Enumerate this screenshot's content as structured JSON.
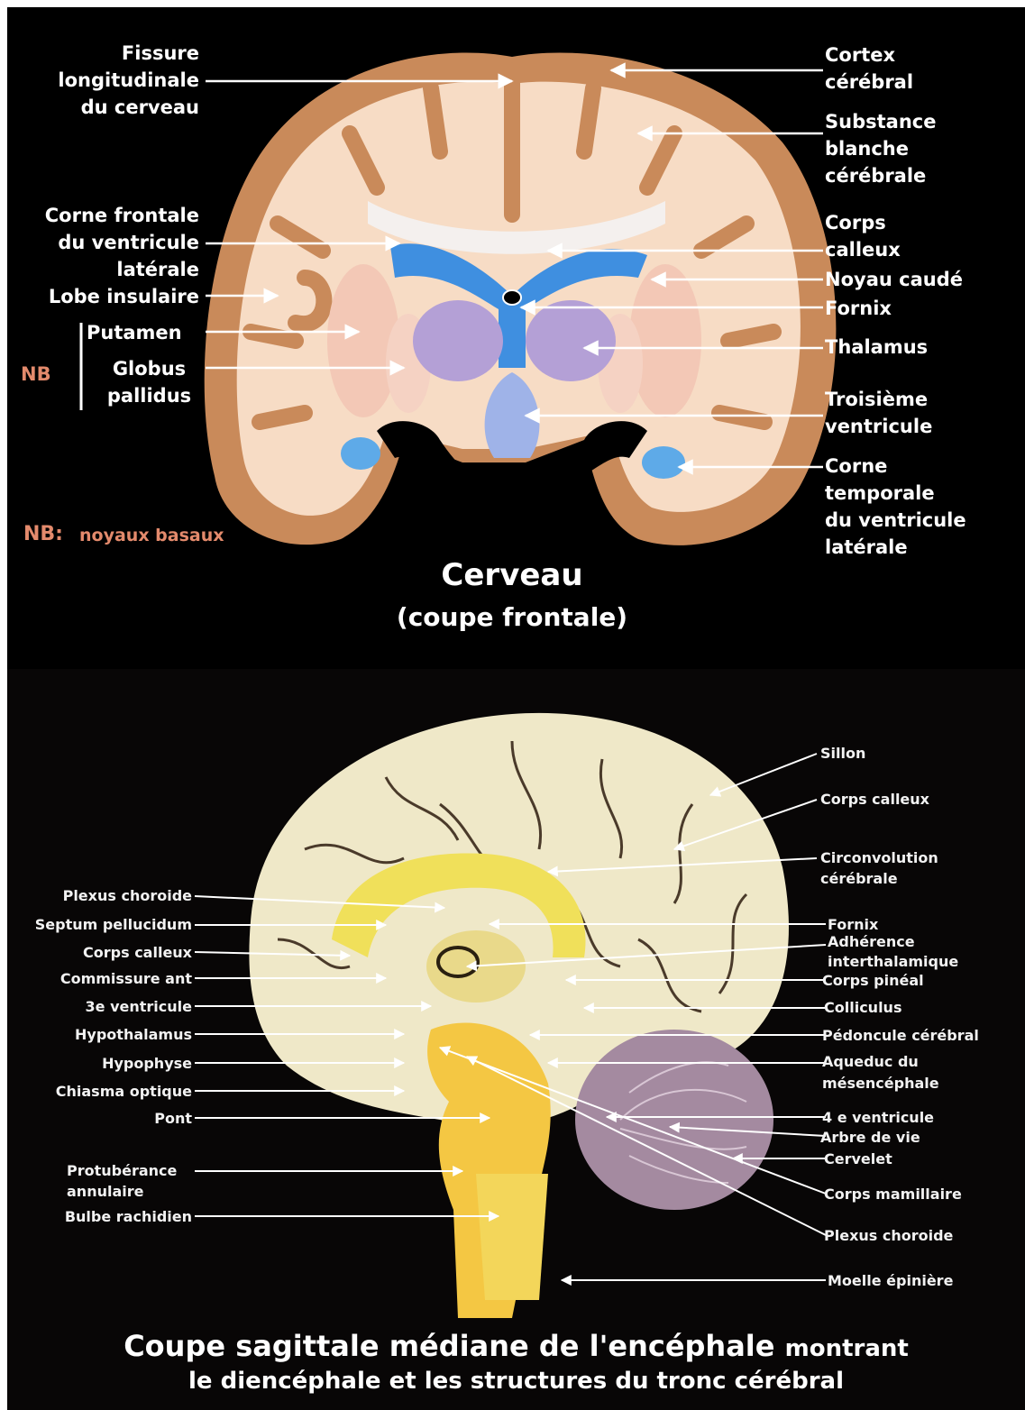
{
  "colors": {
    "cortex": "#c98a5a",
    "white_matter": "#f7dcc5",
    "ventricle": "#3f8fe0",
    "thalamus": "#b4a0d6",
    "nb_accent": "#e38a6c",
    "brain_sagittal": "#efe8c8",
    "diencephalon": "#f0e05a",
    "brainstem": "#f4c743",
    "cerebellum": "#a48aa0"
  },
  "frontal": {
    "labels_left": {
      "fissure": "Fissure\nlongitudinale\ndu cerveau",
      "corne_frontale": "Corne frontale\ndu ventricule\nlatérale",
      "lobe_insulaire": "Lobe insulaire",
      "putamen": "Putamen",
      "globus": "Globus\npallidus",
      "nb": "NB"
    },
    "labels_right": {
      "cortex": "Cortex\ncérébral",
      "substance": "Substance\nblanche\ncérébrale",
      "corps_calleux": "Corps\ncalleux",
      "noyau_caude": "Noyau caudé",
      "fornix": "Fornix",
      "thalamus": "Thalamus",
      "troisieme": "Troisième\nventricule",
      "corne_temporale": "Corne\ntemporale\ndu ventricule\nlatérale"
    },
    "legend_key": "NB:",
    "legend_text": "noyaux basaux",
    "title": "Cerveau",
    "subtitle": "(coupe frontale)"
  },
  "sagittal": {
    "labels_left": [
      "Plexus choroide",
      "Septum pellucidum",
      "Corps calleux",
      "Commissure ant",
      "3e ventricule",
      "Hypothalamus",
      "Hypophyse",
      "Chiasma optique",
      "Pont",
      "Protubérance\nannulaire",
      "Bulbe rachidien"
    ],
    "labels_right": [
      "Sillon",
      "Corps calleux",
      "Circonvolution\ncérébrale",
      "Fornix",
      "Adhérence\ninterthalamique",
      "Corps pinéal",
      "Colliculus",
      "Pédoncule cérébral",
      "Aqueduc du\nmésencéphale",
      "4 e ventricule",
      "Arbre de vie",
      "Cervelet",
      "Corps mamillaire",
      "Plexus choroide",
      "Moelle épinière"
    ],
    "title_bold": "Coupe sagittale médiane de l'encéphale",
    "title_rest": "montrant",
    "title_line2": "le diencéphale et les structures du tronc cérébral"
  }
}
